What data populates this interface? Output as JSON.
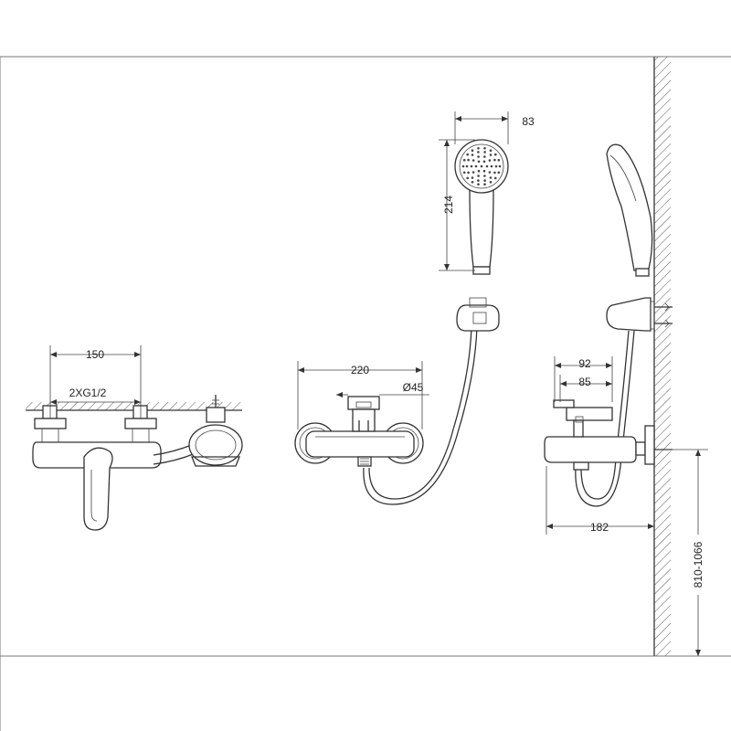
{
  "dimensions": {
    "front_spacing": "150",
    "thread": "2XG1/2",
    "top_width": "220",
    "diameter": "Ø45",
    "shower_width": "83",
    "shower_length": "214",
    "side_92": "92",
    "side_85": "85",
    "projection": "182",
    "mount_height": "810-1066"
  }
}
